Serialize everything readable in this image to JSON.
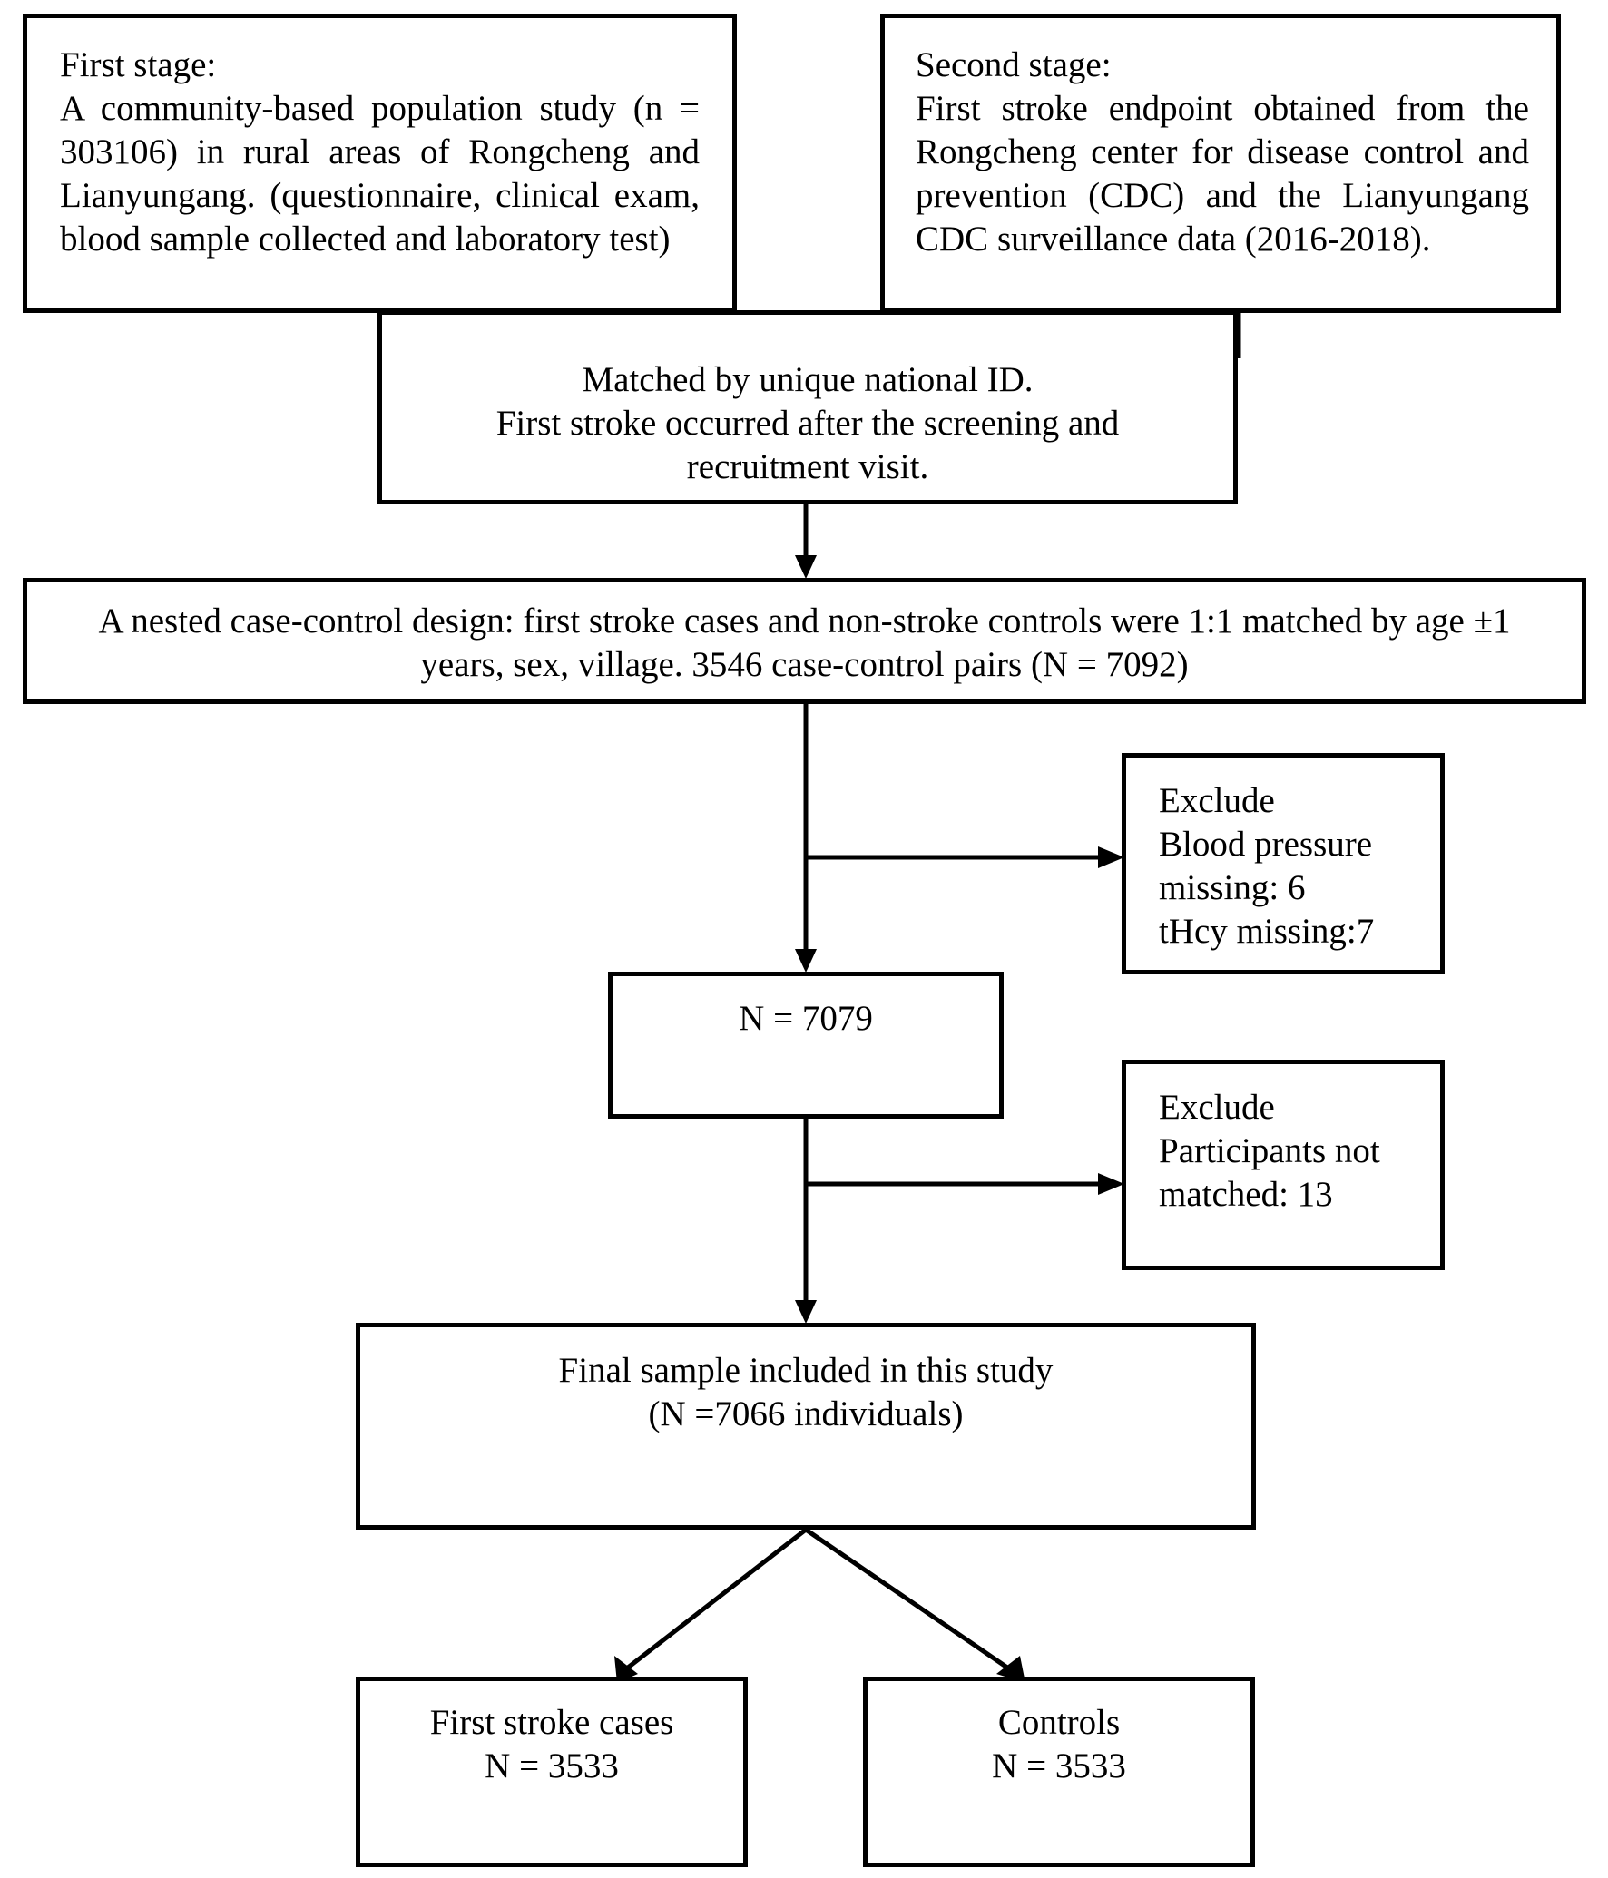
{
  "colors": {
    "stroke": "#000000",
    "background": "#ffffff"
  },
  "boxes": {
    "first_stage": {
      "heading": "First stage:",
      "body": "A community-based population study (n = 303106) in rural areas of Rongcheng and Lianyungang. (questionnaire, clinical exam, blood sample collected and laboratory test)"
    },
    "second_stage": {
      "heading": "Second stage:",
      "body": "First stroke endpoint obtained from the Rongcheng center for disease control and prevention (CDC) and the Lianyungang CDC surveillance data (2016-2018)."
    },
    "matched": {
      "line1": "Matched by unique national ID.",
      "line2": "First stroke occurred after the screening and recruitment visit."
    },
    "nested_design": {
      "text": "A nested case-control design: first stroke cases and non-stroke controls were 1:1 matched by age ±1 years, sex, village. 3546 case-control pairs (N = 7092)"
    },
    "exclude_1": {
      "heading": "Exclude",
      "line1": "Blood pressure missing: 6",
      "line2": "tHcy missing:7"
    },
    "n_7079": {
      "text": "N = 7079"
    },
    "exclude_2": {
      "heading": "Exclude",
      "line1": "Participants not matched: 13"
    },
    "final_sample": {
      "line1": "Final sample included in this study",
      "line2": "(N =7066 individuals)"
    },
    "cases": {
      "line1": "First stroke cases",
      "line2": "N = 3533"
    },
    "controls": {
      "line1": "Controls",
      "line2": "N = 3533"
    }
  }
}
